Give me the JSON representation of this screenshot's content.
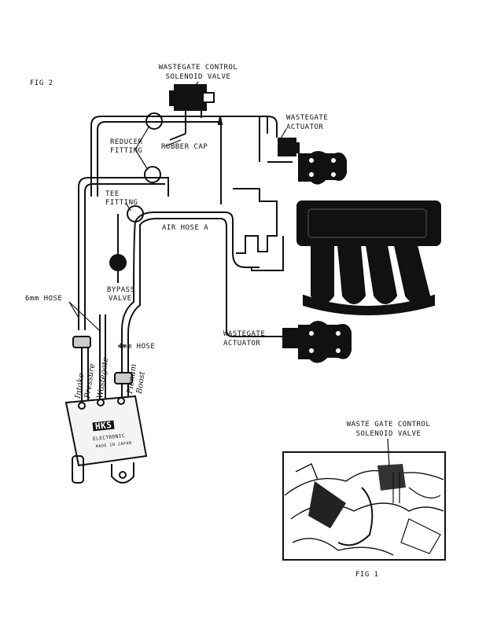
{
  "fig2": {
    "title": "FIG 2",
    "labels": {
      "wg_control_valve_1": "WASTEGATE CONTROL",
      "wg_control_valve_2": "SOLENOID VALVE",
      "wg_actuator_top_1": "WASTEGATE",
      "wg_actuator_top_2": "ACTUATOR",
      "reducer_1": "REDUCER",
      "reducer_2": "FITTING",
      "rubber_cap": "RUBBER CAP",
      "tee_1": "TEE",
      "tee_2": "FITTING",
      "air_hose_a": "AIR HOSE A",
      "bypass_1": "BYPASS",
      "bypass_2": "VALVE",
      "hose_6mm": "6mm HOSE",
      "hose_4mm": "4mm HOSE",
      "wg_actuator_bottom_1": "WASTEGATE",
      "wg_actuator_bottom_2": "ACTUATOR"
    },
    "handwritten": {
      "intake_pressure_1": "Intake",
      "intake_pressure_2": "Pressure",
      "waste_gate": "Wastegate",
      "plenum_1": "Plenum",
      "plenum_2": "Boost"
    },
    "controller": {
      "brand": "HKS",
      "model": "ELECTRONIC",
      "made_in": "MADE IN JAPAN"
    }
  },
  "fig1": {
    "title": "FIG 1",
    "label_1": "WASTE GATE CONTROL",
    "label_2": "SOLENOID VALVE"
  }
}
